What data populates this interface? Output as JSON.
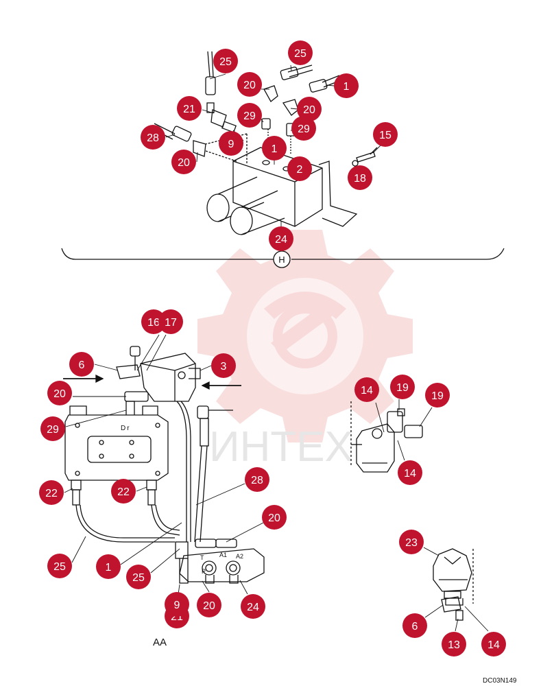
{
  "drawing": {
    "view_label": "AA",
    "detail_marker": "H",
    "drawing_code": "DC03N149",
    "watermark_text": "ИНТЕХ",
    "valve_text": "Dr",
    "port_labels": [
      "T",
      "A1",
      "A2",
      "P"
    ]
  },
  "colors": {
    "callout_fill": "#c0132e",
    "callout_text": "#ffffff",
    "line": "#111111",
    "watermark": "#f6d2d2"
  },
  "callouts": [
    {
      "id": "c1",
      "number": "25"
    },
    {
      "id": "c2",
      "number": "25"
    },
    {
      "id": "c3",
      "number": "20"
    },
    {
      "id": "c4",
      "number": "1"
    },
    {
      "id": "c5",
      "number": "21"
    },
    {
      "id": "c6",
      "number": "29"
    },
    {
      "id": "c7",
      "number": "20"
    },
    {
      "id": "c8",
      "number": "28"
    },
    {
      "id": "c9",
      "number": "9"
    },
    {
      "id": "c10",
      "number": "29"
    },
    {
      "id": "c11",
      "number": "15"
    },
    {
      "id": "c12",
      "number": "1"
    },
    {
      "id": "c13",
      "number": "20"
    },
    {
      "id": "c14",
      "number": "2"
    },
    {
      "id": "c15",
      "number": "18"
    },
    {
      "id": "c16",
      "number": "24"
    },
    {
      "id": "c17",
      "number": "16"
    },
    {
      "id": "c18",
      "number": "17"
    },
    {
      "id": "c19",
      "number": "6"
    },
    {
      "id": "c20",
      "number": "3"
    },
    {
      "id": "c21",
      "number": "20"
    },
    {
      "id": "c22",
      "number": "29"
    },
    {
      "id": "c23",
      "number": "22"
    },
    {
      "id": "c24",
      "number": "22"
    },
    {
      "id": "c25",
      "number": "28"
    },
    {
      "id": "c26",
      "number": "20"
    },
    {
      "id": "c27",
      "number": "25"
    },
    {
      "id": "c28",
      "number": "1"
    },
    {
      "id": "c29",
      "number": "25"
    },
    {
      "id": "c30",
      "number": "21"
    },
    {
      "id": "c31",
      "number": "9"
    },
    {
      "id": "c32",
      "number": "20"
    },
    {
      "id": "c33",
      "number": "24"
    },
    {
      "id": "c34",
      "number": "14"
    },
    {
      "id": "c35",
      "number": "19"
    },
    {
      "id": "c36",
      "number": "19"
    },
    {
      "id": "c37",
      "number": "14"
    },
    {
      "id": "c38",
      "number": "23"
    },
    {
      "id": "c39",
      "number": "6"
    },
    {
      "id": "c40",
      "number": "13"
    },
    {
      "id": "c41",
      "number": "14"
    }
  ]
}
